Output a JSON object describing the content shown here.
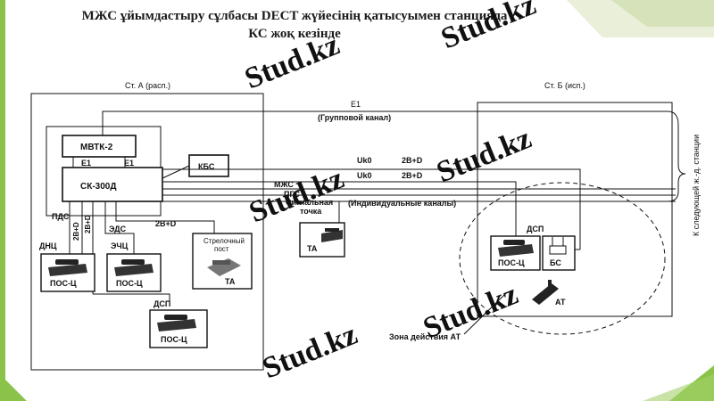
{
  "title": {
    "line1": "МЖС ұйымдастыру сұлбасы DECT жүйесінің қатысуымен станцияда",
    "line2": "КС жоқ кезінде"
  },
  "watermark": {
    "text": "Stud.kz"
  },
  "station_a": {
    "label": "Ст. А (расп.)",
    "mvtk": "МВТК-2",
    "e1_left": "Е1",
    "e1_right": "Е1",
    "sk": "СК-300Д",
    "kbs": "КБС",
    "pds": "ПДС",
    "eds": "ЭДС",
    "b_2b_d_1": "2В+D",
    "b_2b_d_2": "2В+D",
    "b_2b_d_3": "2В+D",
    "dnc_label": "ДНЦ",
    "dnc_pos": "ПОС-Ц",
    "echc_label": "ЭЧЦ",
    "echc_pos": "ПОС-Ц",
    "dsp_label": "ДСП",
    "dsp_pos": "ПОС-Ц",
    "strel_line1": "Стрелочный",
    "strel_line2": "пост",
    "strel_ta": "ТА"
  },
  "channels": {
    "e1": "Е1",
    "group": "(Групповой канал)",
    "uk0_1": "Uk0",
    "b2d_1": "2В+D",
    "uk0_2": "Uk0",
    "b2d_2": "2В+D",
    "mzhs": "МЖС",
    "pgs": "ПГС",
    "individual": "(Индивидуальные каналы)"
  },
  "signal_point": {
    "line1": "Сигнальная",
    "line2": "точка",
    "ta": "ТА"
  },
  "station_b": {
    "label": "Ст. Б (исп.)",
    "dsp": "ДСП",
    "pos": "ПОС-Ц",
    "bs": "БС",
    "at": "АТ",
    "zone": "Зона действия АТ"
  },
  "next_stations": "К следующей ж.-д. станции",
  "colors": {
    "green_deco": "#8bc34a",
    "line": "#111111",
    "watermark": "#e6ebdf"
  }
}
